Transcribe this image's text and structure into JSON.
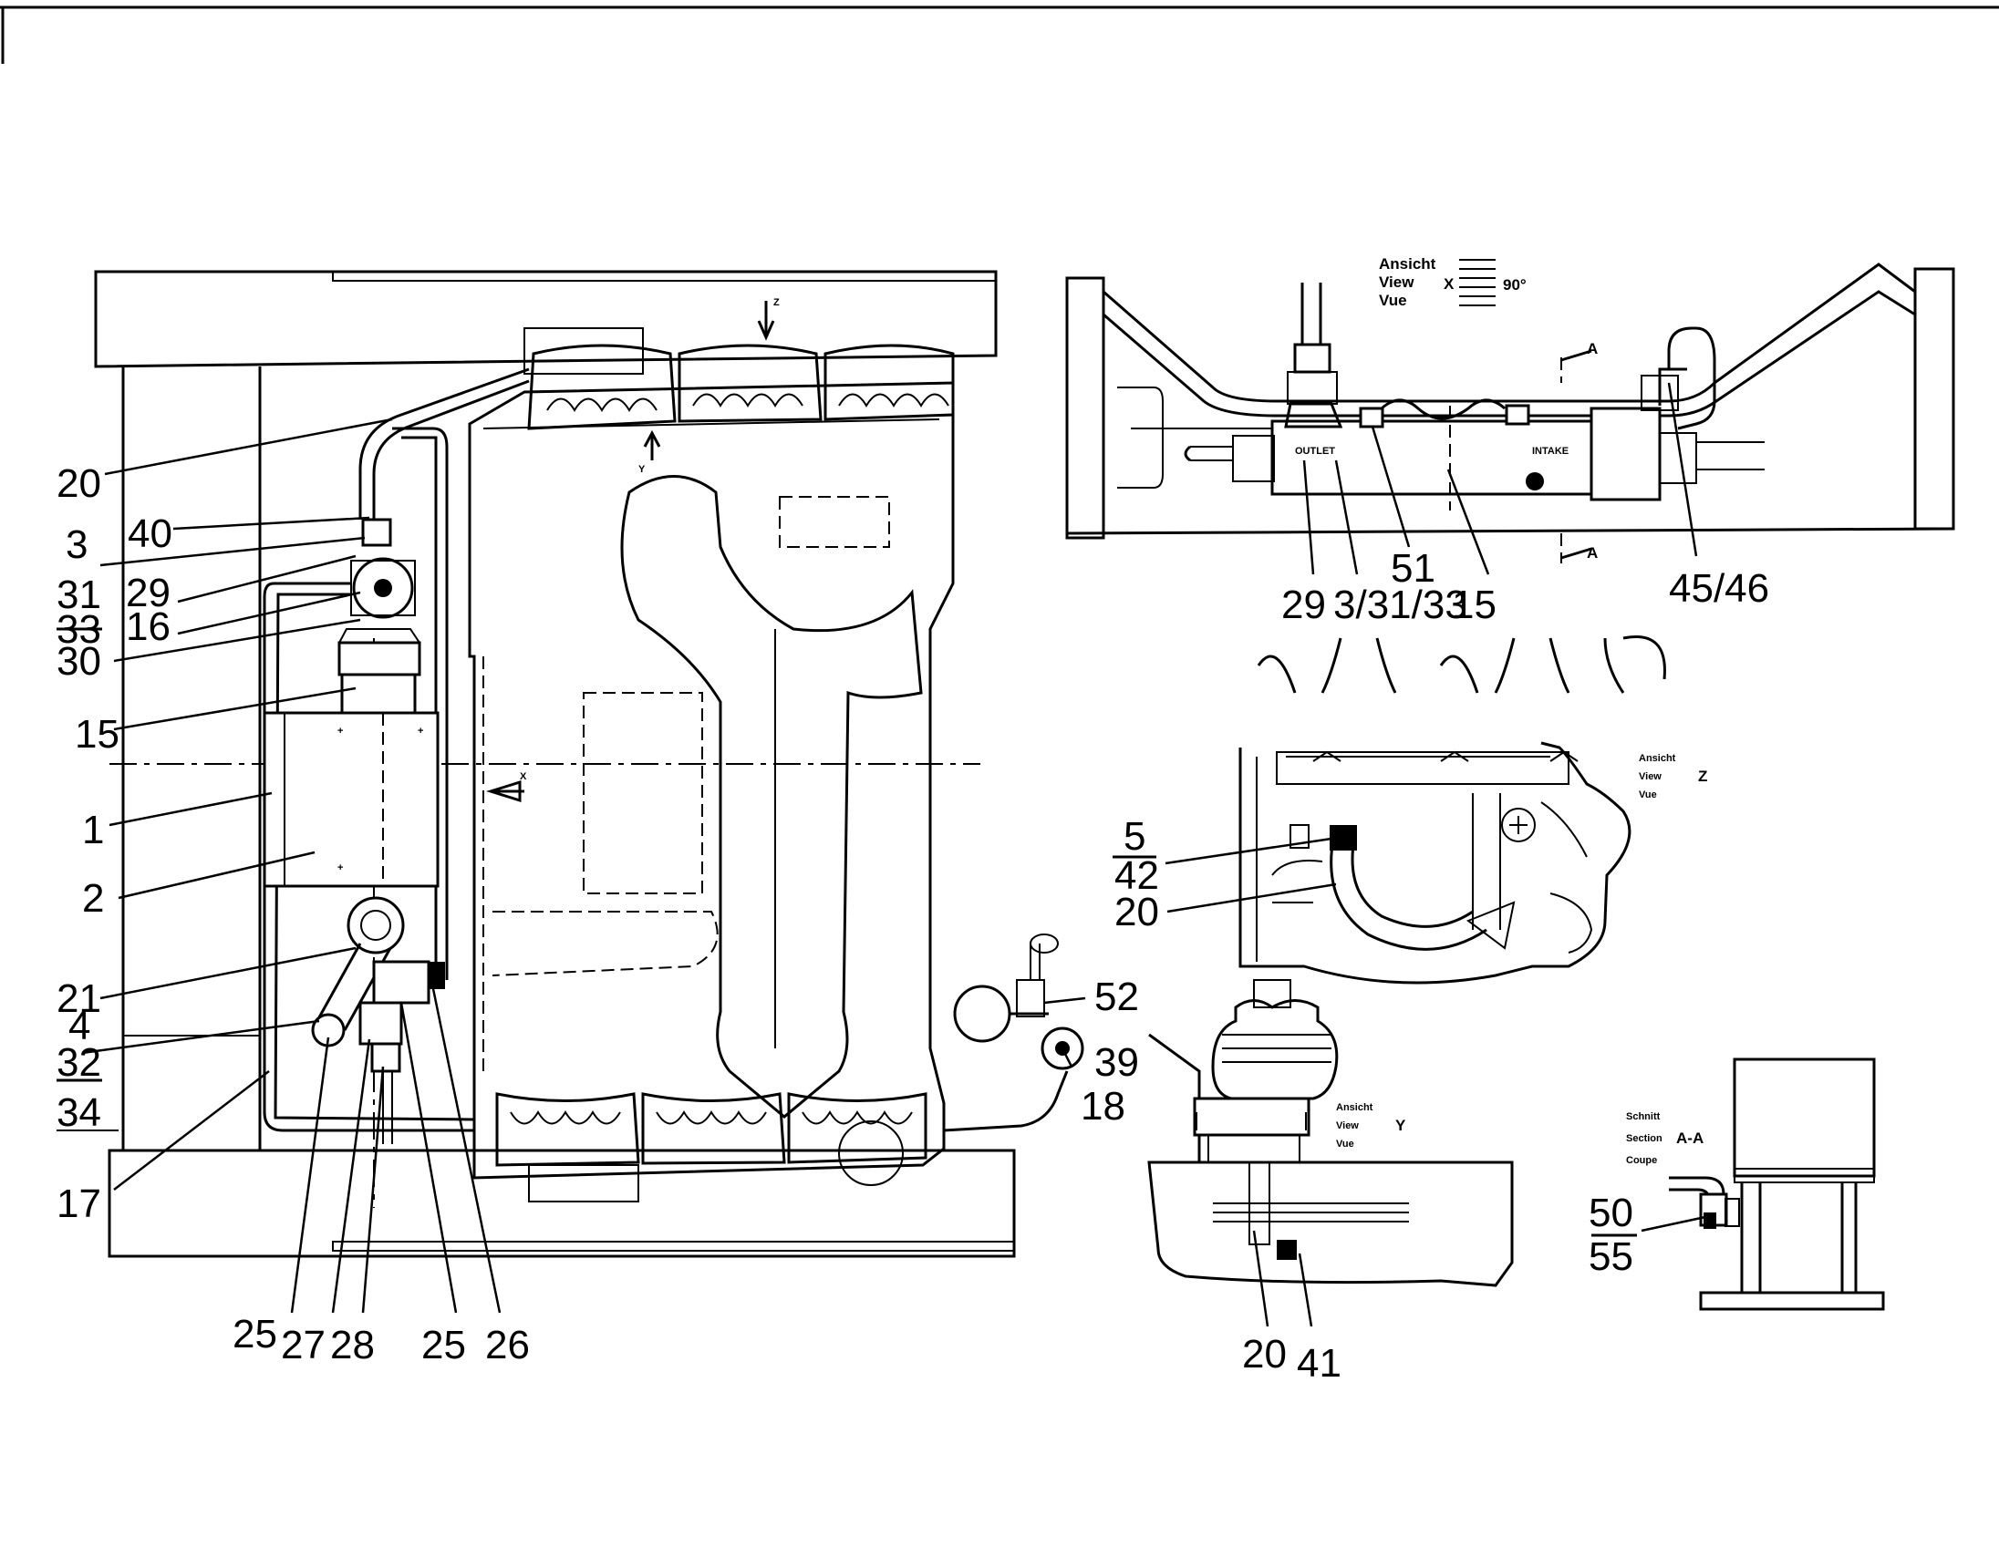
{
  "main_view": {
    "labels": {
      "l20": "20",
      "l40": "40",
      "l3": "3",
      "l31": "31",
      "l33": "33",
      "l29": "29",
      "l16": "16",
      "l30": "30",
      "l15": "15",
      "l1": "1",
      "l2": "2",
      "l21": "21",
      "l4": "4",
      "l32": "32",
      "l34": "34",
      "l17": "17",
      "l25a": "25",
      "l27": "27",
      "l28": "28",
      "l25b": "25",
      "l26": "26",
      "l52": "52",
      "l39": "39",
      "l18": "18"
    },
    "arrows": {
      "z": "Z",
      "y": "Y",
      "x": "X"
    }
  },
  "view_x": {
    "heading": [
      "Ansicht",
      "View",
      "Vue"
    ],
    "letter": "X",
    "angle": "90°",
    "outlet": "OUTLET",
    "intake": "INTAKE",
    "section": "A",
    "labels": {
      "l29": "29",
      "l3_31_33": "3/31/33",
      "l15": "15",
      "l51": "51",
      "l45_46": "45/46"
    }
  },
  "view_z": {
    "heading": [
      "Ansicht",
      "View",
      "Vue"
    ],
    "letter": "Z",
    "labels": {
      "l5": "5",
      "l42": "42",
      "l20": "20"
    }
  },
  "view_y": {
    "heading": [
      "Ansicht",
      "View",
      "Vue"
    ],
    "letter": "Y",
    "labels": {
      "l20": "20",
      "l41": "41"
    }
  },
  "section_aa": {
    "heading": [
      "Schnitt",
      "Section",
      "Coupe"
    ],
    "letter": "A-A",
    "labels": {
      "l50": "50",
      "l55": "55"
    }
  }
}
